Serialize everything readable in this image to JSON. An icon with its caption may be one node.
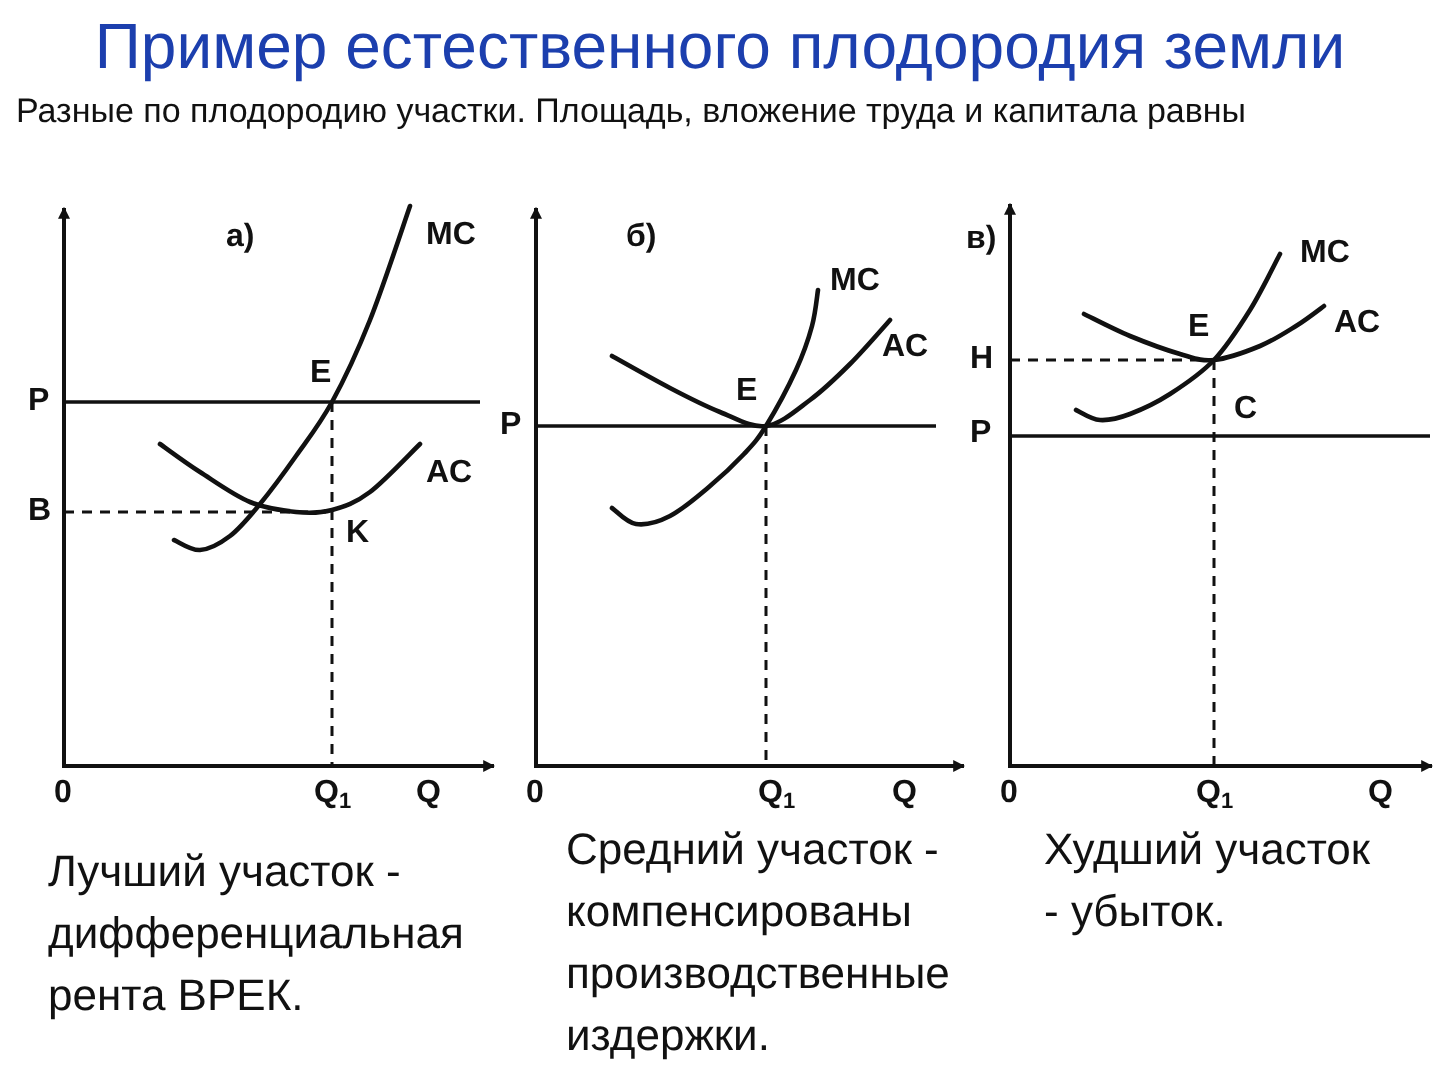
{
  "diagram": {
    "title": "Пример естественного плодородия земли",
    "labels": [
      "Разные по плодородию участки. Площадь, вложение труда и капитала равны",
      "а)",
      "MC",
      "E",
      "P",
      "B",
      "AC",
      "K",
      "0",
      "Q$_{1}$",
      "Q",
      "б)",
      "MC",
      "AC",
      "E",
      "P",
      "0",
      "Q$_{1}$",
      "Q",
      "в)",
      "MC",
      "E",
      "AC",
      "H",
      "C",
      "P",
      "0",
      "Q$_{1}$",
      "Q",
      "Лучший участок - дифференциальная рента ВРЕК.",
      "Средний участок - компенсированы производственные издержки.",
      "Худший участок - убыток."
    ]
  }
}
